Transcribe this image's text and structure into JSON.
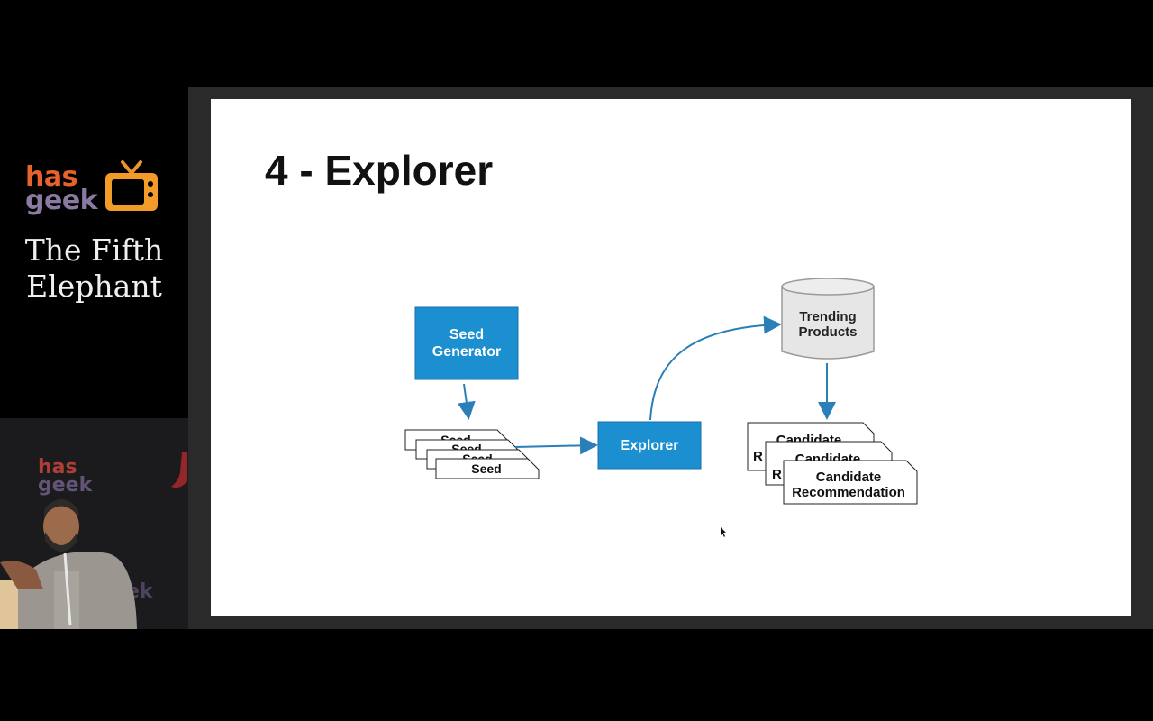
{
  "branding": {
    "logo_top": "has",
    "logo_bottom": "geek",
    "event_line1": "The Fifth",
    "event_line2": "Elephant",
    "colors": {
      "orange": "#e8622c",
      "purple": "#8a7aa2"
    }
  },
  "camera": {
    "bg_text_top": "has",
    "bg_text_bottom": "geek",
    "bg_text_right": "ek"
  },
  "slide": {
    "title": "4 - Explorer",
    "diagram": {
      "seed_generator_line1": "Seed",
      "seed_generator_line2": "Generator",
      "seed_stack": [
        "Seed",
        "Seed",
        "Seed",
        "Seed"
      ],
      "explorer": "Explorer",
      "trending_line1": "Trending",
      "trending_line2": "Products",
      "candidate_top": "Candidate",
      "candidate_mid": "Candidate",
      "candidate_front_line1": "Candidate",
      "candidate_front_line2": "Recommendation",
      "hidden_letter": "R",
      "colors": {
        "box_blue": "#1c8fd0",
        "arrow_blue": "#2a7fb8",
        "db_gray": "#e6e6e6"
      }
    }
  }
}
